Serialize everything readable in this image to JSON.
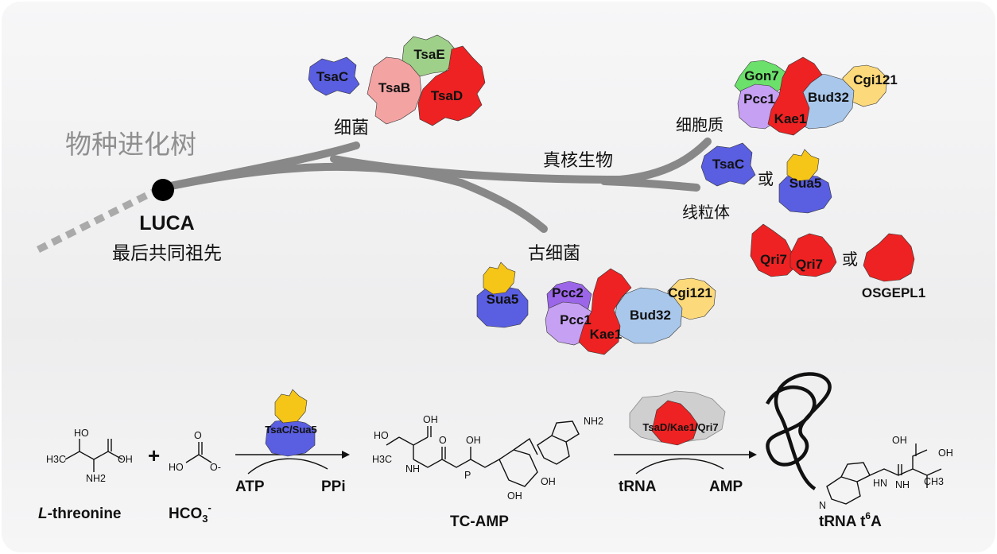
{
  "tree": {
    "title": "物种进化树",
    "root": {
      "name": "LUCA",
      "desc": "最后共同祖先"
    },
    "branches": {
      "bacteria": "细菌",
      "eukaryotes": "真核生物",
      "archaea": "古细菌",
      "cytoplasm": "细胞质",
      "mitochondria": "线粒体"
    },
    "or": "或"
  },
  "complexes": {
    "bacteria": {
      "tsac": "TsaC",
      "tsae": "TsaE",
      "tsab": "TsaB",
      "tsad": "TsaD"
    },
    "cytoplasm": {
      "gon7": "Gon7",
      "cgi121": "Cgi121",
      "pcc1": "Pcc1",
      "bud32": "Bud32",
      "kae1": "Kae1"
    },
    "mitochondria": {
      "tsac": "TsaC",
      "sua5": "Sua5",
      "qri7a": "Qri7",
      "qri7b": "Qri7",
      "osgepl1": "OSGEPL1"
    },
    "archaea": {
      "sua5": "Sua5",
      "pcc2": "Pcc2",
      "cgi121": "Cgi121",
      "pcc1": "Pcc1",
      "bud32": "Bud32",
      "kae1": "Kae1"
    }
  },
  "reaction": {
    "enzyme1": "TsaC/Sua5",
    "enzyme2": "TsaD/Kae1/Qri7",
    "threonine": "-threonine",
    "threonine_prefix": "L",
    "bicarbonate": "HCO",
    "bicarbonate_sub": "3",
    "bicarbonate_sup": "-",
    "plus": "+",
    "atp": "ATP",
    "ppi": "PPi",
    "trna": "tRNA",
    "amp": "AMP",
    "intermediate": "TC-AMP",
    "product": "tRNA t",
    "product_sup": "6",
    "product_end": "A",
    "atoms": {
      "ho": "HO",
      "oh": "OH",
      "h3c": "H3C",
      "nh2": "NH2",
      "o": "O",
      "ominus": "O-",
      "nh": "NH",
      "p": "P",
      "n": "N",
      "hn": "HN",
      "ch3": "CH3"
    }
  },
  "colors": {
    "tsac": "#5a5ee0",
    "sua5_top": "#f5c518",
    "tsae": "#9fd08a",
    "tsab": "#f4a3a3",
    "tsad": "#ee2222",
    "gon7": "#6be06b",
    "pcc1": "#c6a0f2",
    "pcc2": "#9b66e8",
    "bud32": "#a9c7ea",
    "cgi121": "#fcd97a",
    "kae1": "#ee2222",
    "tree": "#8a8a8a"
  }
}
